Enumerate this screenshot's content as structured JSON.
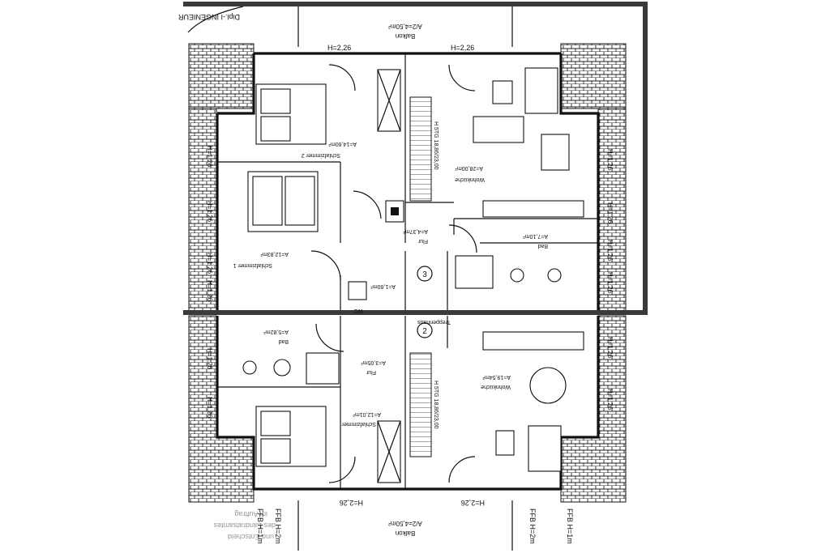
{
  "stamp": {
    "text": "Dipl.-I  INGENIEUR"
  },
  "upper_unit": {
    "balcony": {
      "name": "Balkon",
      "area": "A/2=4,50m²"
    },
    "heights": [
      "H=2,26",
      "H=2,26"
    ],
    "rooms": {
      "schlafzimmer2": {
        "name": "Schlafzimmer 2",
        "area": "A=14,60m²"
      },
      "schlafzimmer1": {
        "name": "Schlafzimmer 1",
        "area": "A=12,83m²"
      },
      "wohnkueche": {
        "name": "Wohnküche",
        "area": "A=28,00m²"
      },
      "flur": {
        "name": "Flur",
        "area": "A=4,37m²"
      },
      "bad": {
        "name": "Bad",
        "area": "A=7,10m²"
      },
      "wc": {
        "name": "WC",
        "area": "A=1,60m²"
      }
    },
    "stair": {
      "label": "H 5TG 18,86/23,00"
    },
    "unit_marker": "3",
    "side_heights": [
      "H=1,26",
      "H=1,26",
      "H=1,26",
      "H=1,26",
      "H=1,26",
      "H=1,26",
      "H=1,26",
      "H=1,26"
    ]
  },
  "lower_unit": {
    "balcony": {
      "name": "Balkon",
      "area": "A/2=4,50m²"
    },
    "heights": [
      "H=2,26",
      "H=2,26"
    ],
    "rooms": {
      "bad": {
        "name": "Bad",
        "area": "A=5,82m²"
      },
      "flur": {
        "name": "Flur",
        "area": "A=3,05m²"
      },
      "schlafzimmer": {
        "name": "Schlafzimmer",
        "area": "A=12,01m²"
      },
      "wohnkueche": {
        "name": "Wohnküche",
        "area": "A=19,54m²"
      },
      "treppenhaus": {
        "name": "Treppenhaus",
        "area": ""
      }
    },
    "stair": {
      "label": "H 5TG 18,86/23,00"
    },
    "unit_marker": "2",
    "side_heights": [
      "H=1,26",
      "H=1,26",
      "H=1,26",
      "H=1,26"
    ],
    "ffb_labels": [
      "FFB H=1m",
      "FFB H=2m",
      "FFB H=2m",
      "FFB H=1m"
    ]
  },
  "bottom_note": {
    "lines": [
      "im Auftrag",
      "des Landratsamtes",
      "und Entscheid"
    ]
  }
}
